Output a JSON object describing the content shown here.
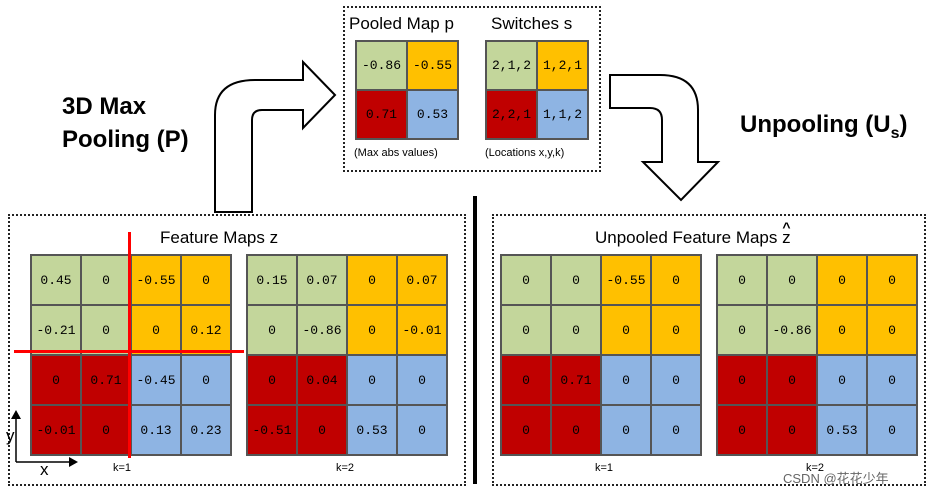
{
  "pooled": {
    "title": "Pooled Map p",
    "caption": "(Max abs values)",
    "values": [
      "-0.86",
      "-0.55",
      "0.71",
      "0.53"
    ]
  },
  "switches": {
    "title": "Switches  s",
    "caption": "(Locations x,y,k)",
    "values": [
      "2,1,2",
      "1,2,1",
      "2,2,1",
      "1,1,2"
    ]
  },
  "left_label": {
    "line1": "3D Max",
    "line2": "Pooling (P)"
  },
  "right_label": {
    "text": "Unpooling (U",
    "sub": "s",
    "close": ")"
  },
  "feature": {
    "title": "Feature Maps z",
    "k1_label": "k=1",
    "k2_label": "k=2",
    "k1": [
      "0.45",
      "0",
      "-0.55",
      "0",
      "-0.21",
      "0",
      "0",
      "0.12",
      "0",
      "0.71",
      "-0.45",
      "0",
      "-0.01",
      "0",
      "0.13",
      "0.23"
    ],
    "k2": [
      "0.15",
      "0.07",
      "0",
      "0.07",
      "0",
      "-0.86",
      "0",
      "-0.01",
      "0",
      "0.04",
      "0",
      "0",
      "-0.51",
      "0",
      "0.53",
      "0"
    ]
  },
  "unpooled": {
    "title": "Unpooled Feature Maps z",
    "hat": "^",
    "k1_label": "k=1",
    "k2_label": "k=2",
    "k1": [
      "0",
      "0",
      "-0.55",
      "0",
      "0",
      "0",
      "0",
      "0",
      "0",
      "0.71",
      "0",
      "0",
      "0",
      "0",
      "0",
      "0"
    ],
    "k2": [
      "0",
      "0",
      "0",
      "0",
      "0",
      "-0.86",
      "0",
      "0",
      "0",
      "0",
      "0",
      "0",
      "0",
      "0",
      "0.53",
      "0"
    ]
  },
  "axes": {
    "x": "x",
    "y": "y"
  },
  "watermark": "CSDN @花花少年",
  "colors": {
    "green": "#c3d69b",
    "yellow": "#ffc000",
    "red": "#c00000",
    "blue": "#8eb4e3",
    "red_line": "#ff0000"
  }
}
